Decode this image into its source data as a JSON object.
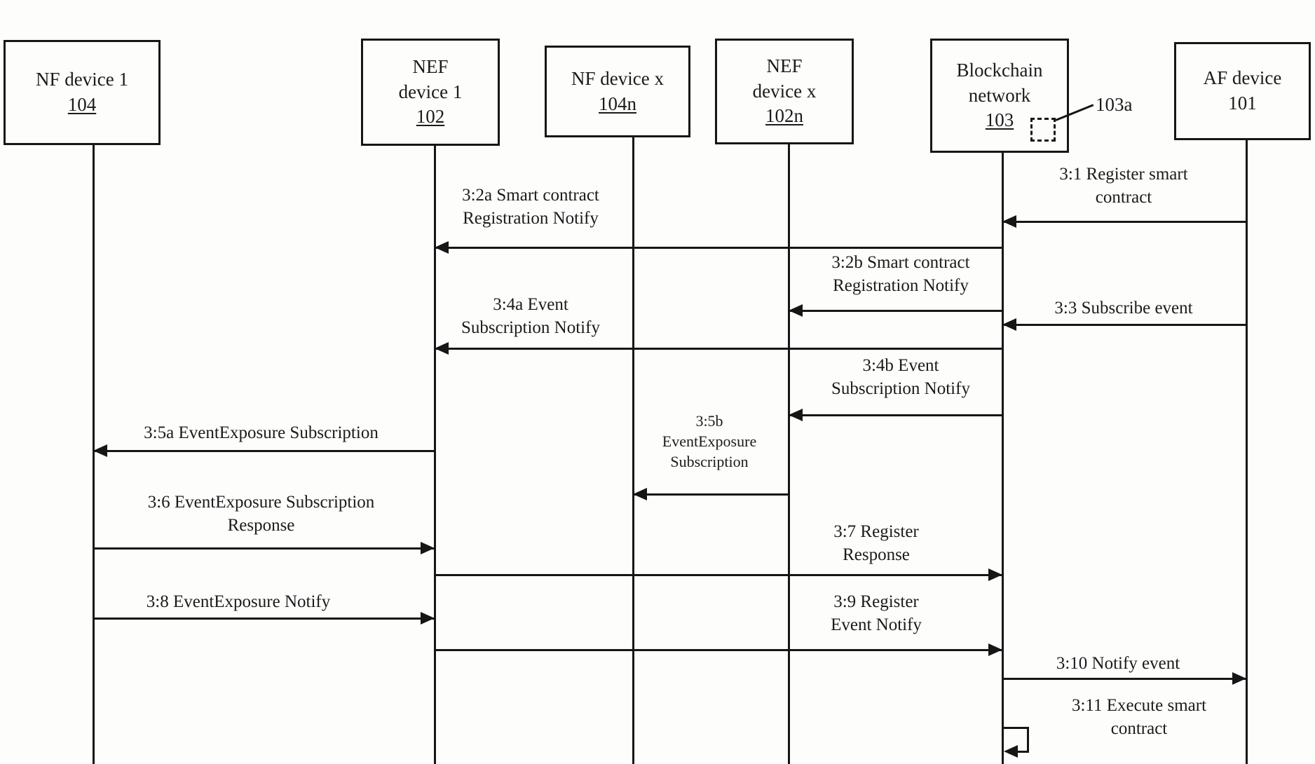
{
  "figure": {
    "annotation_label": "103a",
    "actors": [
      {
        "id": "nf1",
        "lines": [
          "NF device 1"
        ],
        "ref": "104",
        "ref_underline": true
      },
      {
        "id": "nef1",
        "lines": [
          "NEF",
          "device 1"
        ],
        "ref": "102",
        "ref_underline": true
      },
      {
        "id": "nfx",
        "lines": [
          "NF device x"
        ],
        "ref": "104n",
        "ref_underline": true
      },
      {
        "id": "nefx",
        "lines": [
          "NEF",
          "device x"
        ],
        "ref": "102n",
        "ref_underline": true
      },
      {
        "id": "bc",
        "lines": [
          "Blockchain",
          "network"
        ],
        "ref": "103",
        "ref_underline": true
      },
      {
        "id": "af",
        "lines": [
          "AF device"
        ],
        "ref": "101",
        "ref_underline": false
      }
    ],
    "messages": [
      {
        "id": "m31",
        "from": "af",
        "to": "bc",
        "lines": [
          "3:1 Register smart",
          "contract"
        ]
      },
      {
        "id": "m32a",
        "from": "bc",
        "to": "nef1",
        "lines": [
          "3:2a Smart contract",
          "Registration Notify"
        ]
      },
      {
        "id": "m32b",
        "from": "bc",
        "to": "nefx",
        "lines": [
          "3:2b Smart contract",
          "Registration Notify"
        ]
      },
      {
        "id": "m33",
        "from": "af",
        "to": "bc",
        "lines": [
          "3:3 Subscribe event"
        ]
      },
      {
        "id": "m34a",
        "from": "bc",
        "to": "nef1",
        "lines": [
          "3:4a Event",
          "Subscription Notify"
        ]
      },
      {
        "id": "m34b",
        "from": "bc",
        "to": "nefx",
        "lines": [
          "3:4b Event",
          "Subscription Notify"
        ]
      },
      {
        "id": "m35a",
        "from": "nef1",
        "to": "nf1",
        "lines": [
          "3:5a EventExposure Subscription"
        ]
      },
      {
        "id": "m35b",
        "from": "nefx",
        "to": "nfx",
        "lines": [
          "3:5b",
          "EventExposure",
          "Subscription"
        ]
      },
      {
        "id": "m36",
        "from": "nf1",
        "to": "nef1",
        "lines": [
          "3:6 EventExposure Subscription",
          "Response"
        ]
      },
      {
        "id": "m37",
        "from": "nef1",
        "to": "bc",
        "lines": [
          "3:7 Register",
          "Response"
        ]
      },
      {
        "id": "m38",
        "from": "nf1",
        "to": "nef1",
        "lines": [
          "3:8 EventExposure Notify"
        ]
      },
      {
        "id": "m39",
        "from": "nef1",
        "to": "bc",
        "lines": [
          "3:9 Register",
          "Event Notify"
        ]
      },
      {
        "id": "m310",
        "from": "bc",
        "to": "af",
        "lines": [
          "3:10 Notify event"
        ]
      },
      {
        "id": "m311",
        "from": "bc",
        "to": "bc",
        "self": true,
        "lines": [
          "3:11 Execute smart",
          "contract"
        ]
      }
    ]
  }
}
